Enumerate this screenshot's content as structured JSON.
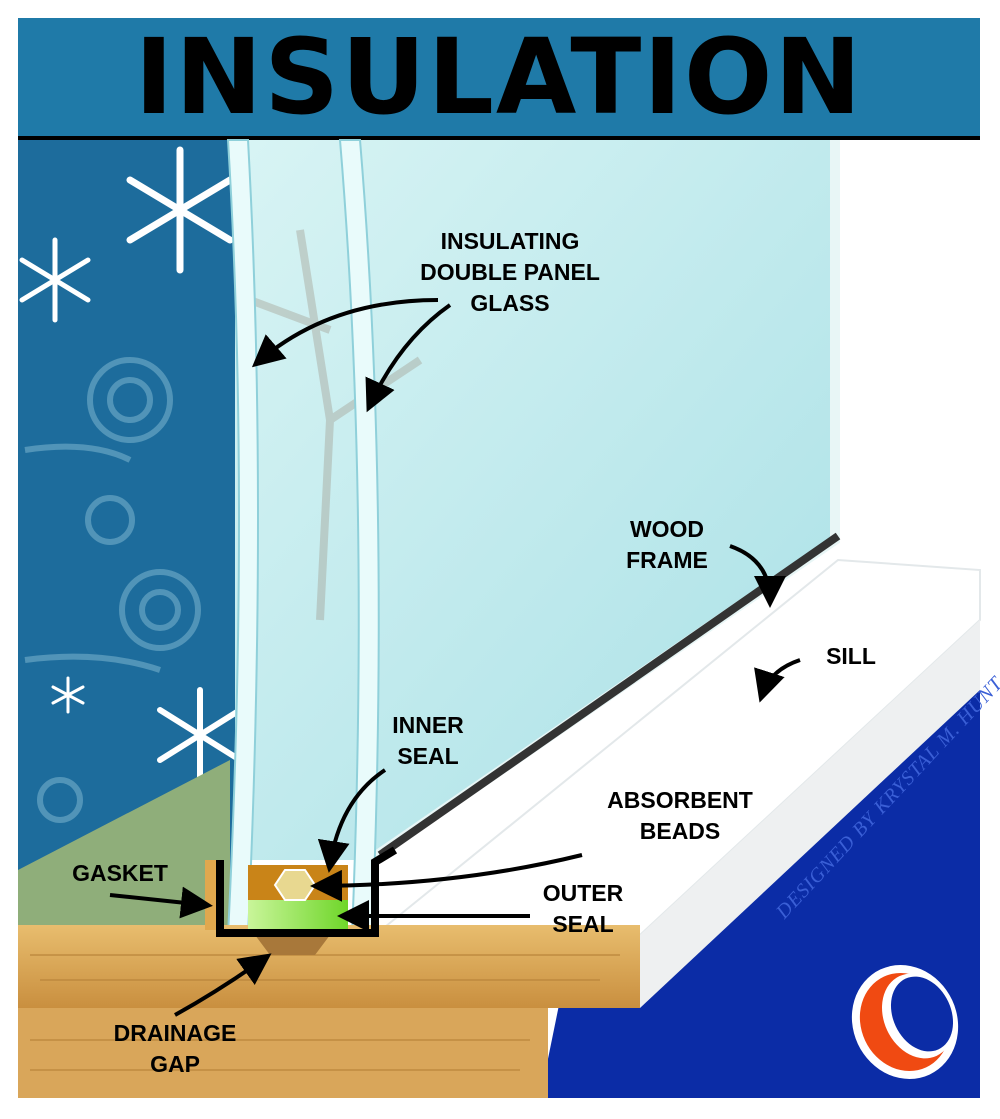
{
  "title": "INSULATION",
  "labels": {
    "glass": [
      "INSULATING",
      "DOUBLE PANEL",
      "GLASS"
    ],
    "wood_frame": [
      "WOOD",
      "FRAME"
    ],
    "sill": [
      "SILL"
    ],
    "inner_seal": [
      "INNER",
      "SEAL"
    ],
    "absorbent_beads": [
      "ABSORBENT",
      "BEADS"
    ],
    "outer_seal": [
      "OUTER",
      "SEAL"
    ],
    "gasket": [
      "GASKET"
    ],
    "drainage_gap": [
      "DRAINAGE",
      "GAP"
    ]
  },
  "watermark": "DESIGNED BY KRYSTAL M. HUNT",
  "colors": {
    "title_bar": "#1f7aa8",
    "winter_sky": "#1d6c9c",
    "glass": "#c4ecee",
    "wood": "#d9a65a",
    "blue_floor": "#0b2ca6",
    "logo_orange": "#f04a12",
    "outer_seal": "#7fe03a",
    "inner_seal": "#c98418"
  }
}
